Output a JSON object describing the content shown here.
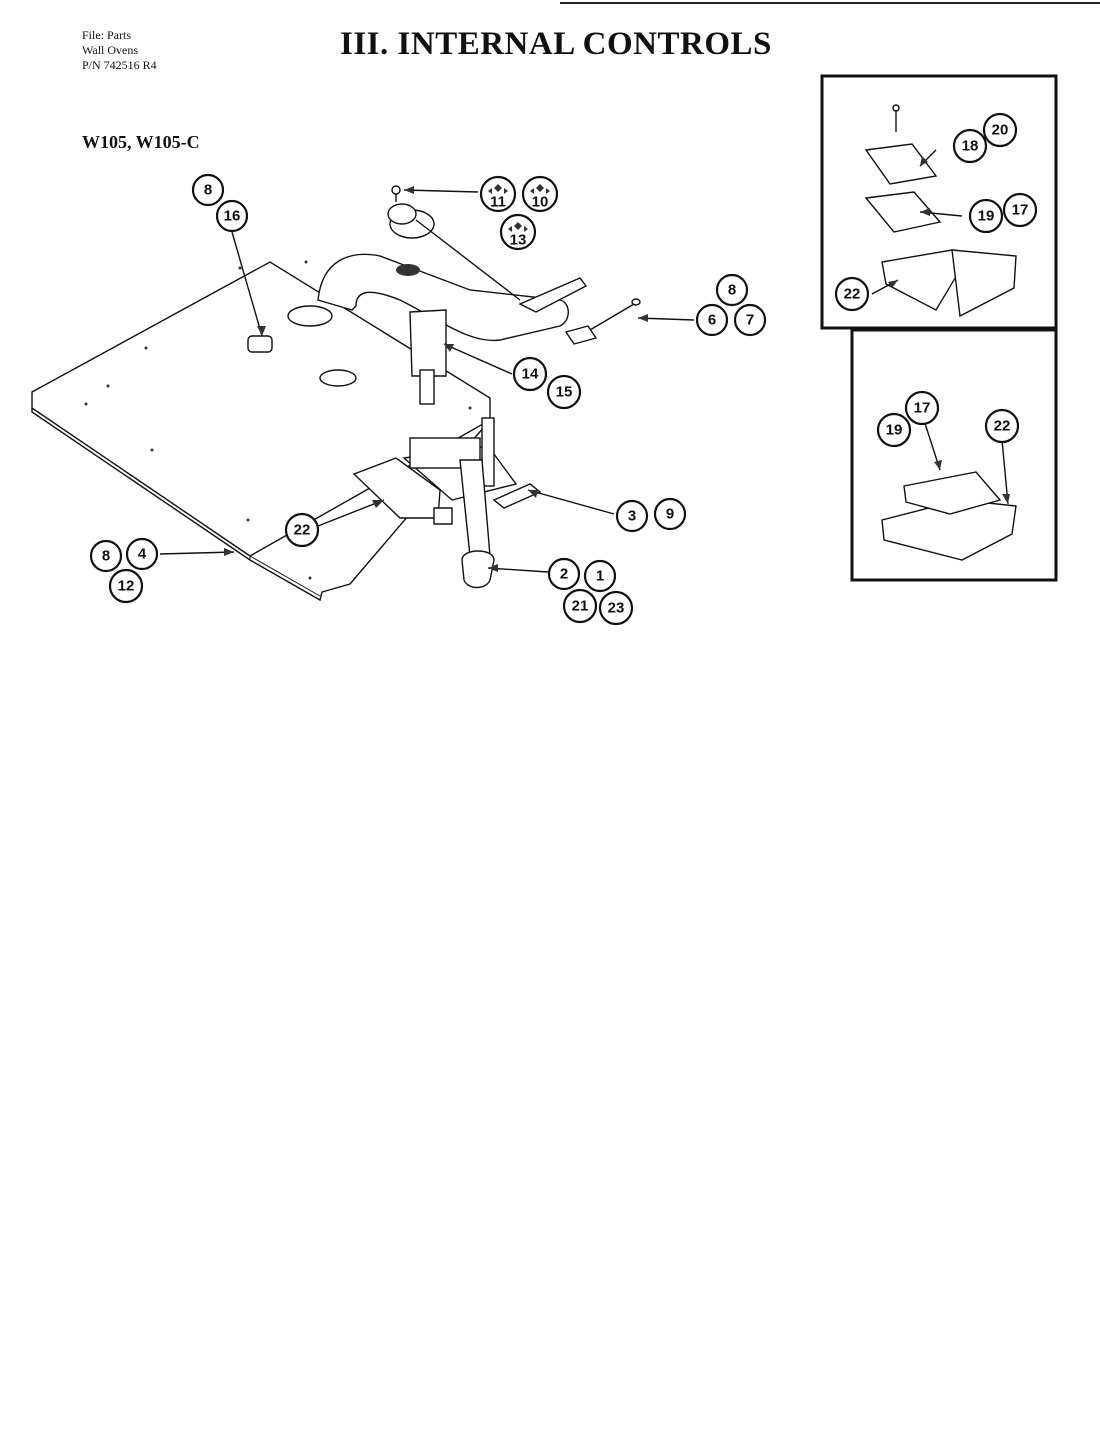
{
  "header": {
    "file_lines": [
      "File: Parts",
      "Wall Ovens",
      "P/N 742516 R4"
    ],
    "title": "III. INTERNAL CONTROLS",
    "model": "W105, W105-C"
  },
  "callouts": {
    "c8a": "8",
    "c16": "16",
    "c11": "11",
    "c10": "10",
    "c13": "13",
    "c8b": "8",
    "c6": "6",
    "c7": "7",
    "c14": "14",
    "c15": "15",
    "c3": "3",
    "c9": "9",
    "c22a": "22",
    "c8c": "8",
    "c4": "4",
    "c12": "12",
    "c2": "2",
    "c1": "1",
    "c21": "21",
    "c23": "23",
    "c18": "18",
    "c20": "20",
    "c19a": "19",
    "c17a": "17",
    "c22b": "22",
    "c17b": "17",
    "c19b": "19",
    "c22c": "22"
  }
}
